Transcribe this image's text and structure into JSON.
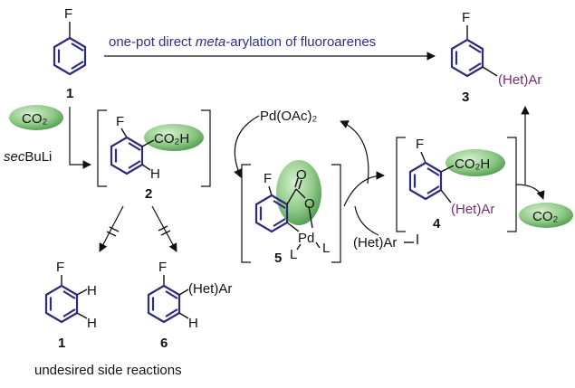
{
  "colors": {
    "ring": "#2c2c7a",
    "title": "#2e2e8a",
    "het_ar": "#7a2a7a",
    "ellipse": "#4e9a4e"
  },
  "icons": [
    "benzene-ring",
    "green-ellipse-highlight",
    "reaction-arrow",
    "blocked-arrow"
  ],
  "title": {
    "text": "one-pot direct meta-arylation of fluoroarenes",
    "before": "one-pot direct ",
    "italic": "meta",
    "after": "-arylation of fluoroarenes"
  },
  "atoms": {
    "F": "F",
    "H": "H",
    "O": "O",
    "C": "C",
    "L": "L",
    "Pd": "Pd",
    "I": "I"
  },
  "groups": {
    "co2h": "CO₂H",
    "het_ar": "(Het)Ar",
    "het_ar_i": "(Het)Ar"
  },
  "reagents": {
    "co2": "CO₂",
    "sbuli_italic": "sec",
    "sbuli_rest": "BuLi",
    "pd_oac2": "Pd(OAc)₂"
  },
  "compounds": {
    "c1": "1",
    "c2": "2",
    "c3": "3",
    "c4": "4",
    "c5": "5",
    "c1b": "1",
    "c6": "6"
  },
  "footer": "undesired side reactions"
}
